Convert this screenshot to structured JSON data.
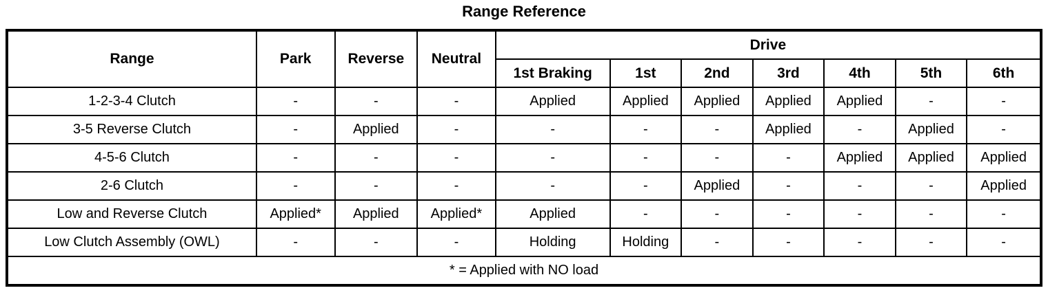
{
  "title": "Range Reference",
  "table": {
    "drive_group_header": "Drive",
    "columns": [
      "Range",
      "Park",
      "Reverse",
      "Neutral",
      "1st Braking",
      "1st",
      "2nd",
      "3rd",
      "4th",
      "5th",
      "6th"
    ],
    "rows": [
      {
        "range": "1-2-3-4 Clutch",
        "cells": [
          "-",
          "-",
          "-",
          "Applied",
          "Applied",
          "Applied",
          "Applied",
          "Applied",
          "-",
          "-"
        ]
      },
      {
        "range": "3-5 Reverse Clutch",
        "cells": [
          "-",
          "Applied",
          "-",
          "-",
          "-",
          "-",
          "Applied",
          "-",
          "Applied",
          "-"
        ]
      },
      {
        "range": "4-5-6 Clutch",
        "cells": [
          "-",
          "-",
          "-",
          "-",
          "-",
          "-",
          "-",
          "Applied",
          "Applied",
          "Applied"
        ]
      },
      {
        "range": "2-6 Clutch",
        "cells": [
          "-",
          "-",
          "-",
          "-",
          "-",
          "Applied",
          "-",
          "-",
          "-",
          "Applied"
        ]
      },
      {
        "range": "Low and Reverse Clutch",
        "cells": [
          "Applied*",
          "Applied",
          "Applied*",
          "Applied",
          "-",
          "-",
          "-",
          "-",
          "-",
          "-"
        ]
      },
      {
        "range": "Low Clutch Assembly (OWL)",
        "cells": [
          "-",
          "-",
          "-",
          "Holding",
          "Holding",
          "-",
          "-",
          "-",
          "-",
          "-"
        ]
      }
    ],
    "footnote": "* = Applied with NO load"
  }
}
